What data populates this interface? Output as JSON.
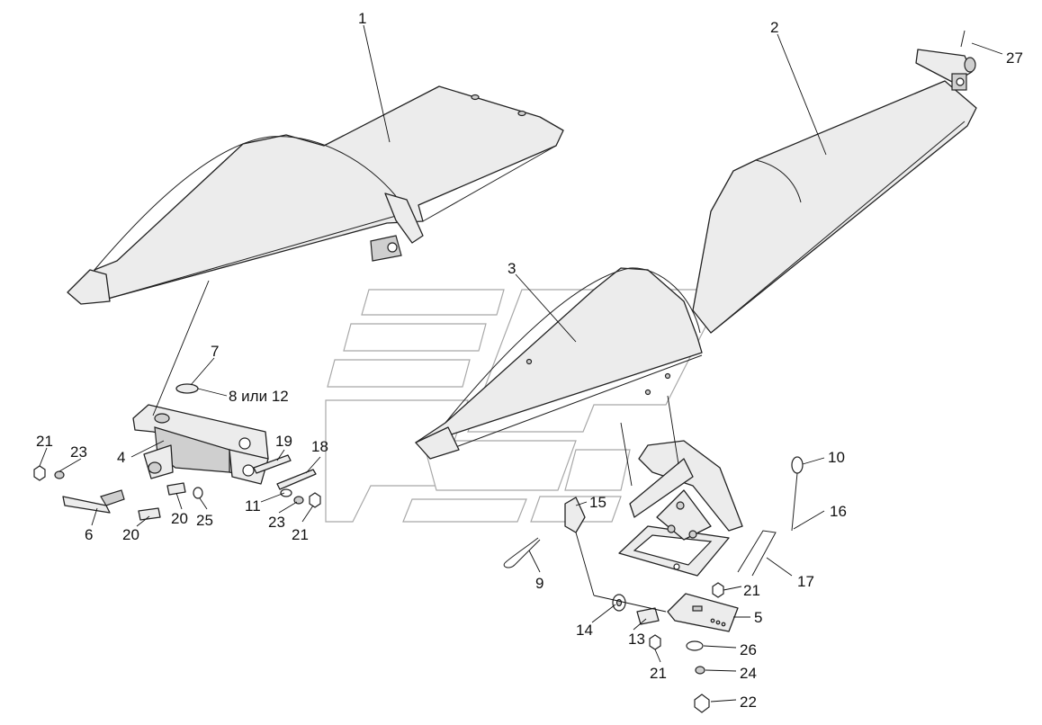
{
  "callouts": {
    "c1": "1",
    "c2": "2",
    "c3": "3",
    "c4": "4",
    "c5": "5",
    "c6": "6",
    "c7": "7",
    "c8": "8 или 12",
    "c9": "9",
    "c10": "10",
    "c11": "11",
    "c13": "13",
    "c14": "14",
    "c15": "15",
    "c16": "16",
    "c17": "17",
    "c18": "18",
    "c19": "19",
    "c20a": "20",
    "c20b": "20",
    "c21a": "21",
    "c21b": "21",
    "c21c": "21",
    "c21d": "21",
    "c22": "22",
    "c23a": "23",
    "c23b": "23",
    "c24": "24",
    "c25": "25",
    "c26": "26",
    "c27": "27"
  }
}
